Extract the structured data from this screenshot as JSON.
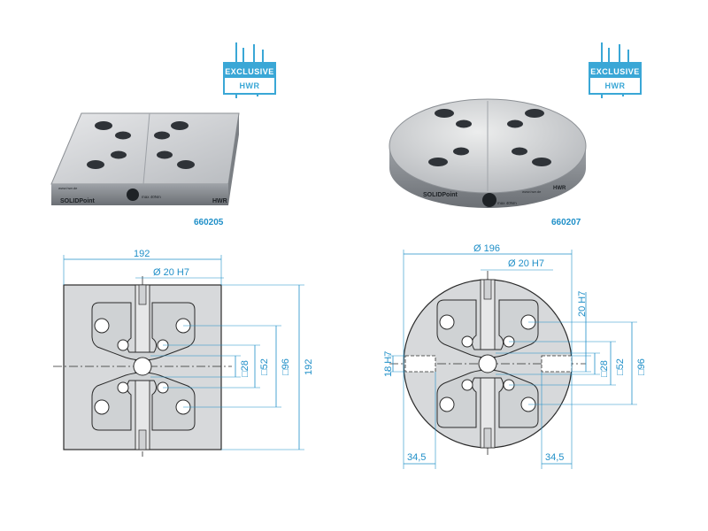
{
  "badges": [
    {
      "top": "EXCLUSIVE",
      "bottom": "HWR"
    },
    {
      "top": "EXCLUSIVE",
      "bottom": "HWR"
    }
  ],
  "products": [
    {
      "part_number": "660205",
      "brand": "SOLIDPoint",
      "maker": "HWR",
      "knob_label": "max 40Nm",
      "badge": "www.hwr.de"
    },
    {
      "part_number": "660207",
      "brand": "SOLIDPoint",
      "maker": "HWR",
      "knob_label": "max 40Nm",
      "badge": "www.hwr.de"
    }
  ],
  "square_drawing": {
    "width_dim": "192",
    "height_dim": "192",
    "bore_dim": "Ø 20 H7",
    "dim_28": "□28",
    "dim_52": "□52",
    "dim_96": "□96"
  },
  "round_drawing": {
    "diameter_dim": "Ø 196",
    "bore_dim": "Ø 20 H7",
    "slot_dim_v": "20 H7",
    "slot_dim_h": "18 H7",
    "dim_28": "□28",
    "dim_52": "□52",
    "dim_96": "□96",
    "edge_left": "34,5",
    "edge_right": "34,5"
  },
  "colors": {
    "accent": "#3aa7d6",
    "dimension": "#1f8fc8",
    "line": "#2b2b2b"
  }
}
